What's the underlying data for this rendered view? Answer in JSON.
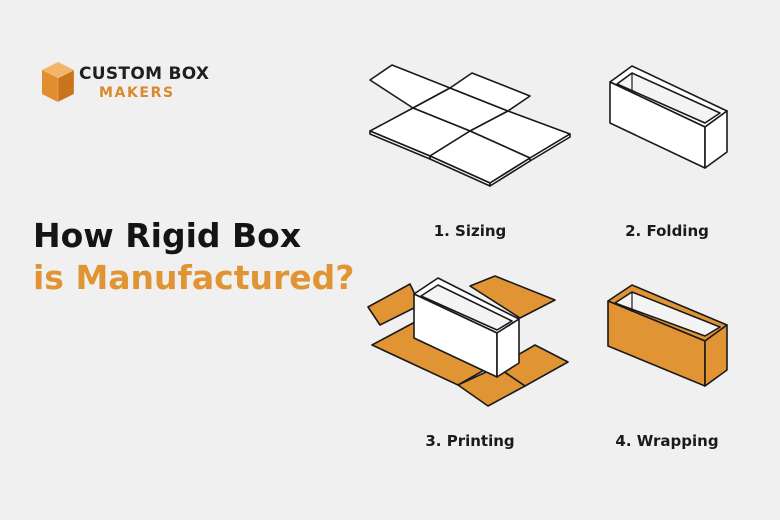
{
  "brand": {
    "name_line1": "CUSTOM BOX",
    "name_line2": "MAKERS",
    "accent_color": "#e09433"
  },
  "headline": {
    "line1": "How Rigid Box",
    "line2": "is Manufactured?"
  },
  "steps": [
    {
      "label": "1. Sizing",
      "icon": "flat-box-template-icon"
    },
    {
      "label": "2. Folding",
      "icon": "folded-box-icon"
    },
    {
      "label": "3. Printing",
      "icon": "box-on-printed-wrap-icon"
    },
    {
      "label": "4. Wrapping",
      "icon": "wrapped-box-icon"
    }
  ]
}
